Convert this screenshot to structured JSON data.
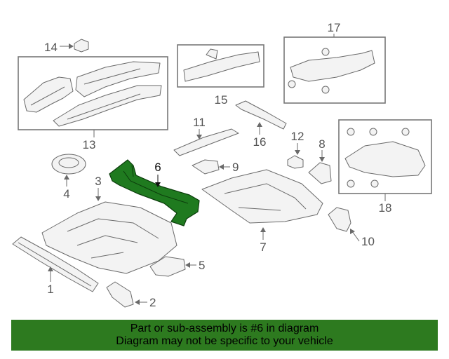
{
  "diagram": {
    "callouts": {
      "c1": "1",
      "c2": "2",
      "c3": "3",
      "c4": "4",
      "c5": "5",
      "c6": "6",
      "c7": "7",
      "c8": "8",
      "c9": "9",
      "c10": "10",
      "c11": "11",
      "c12": "12",
      "c13": "13",
      "c14": "14",
      "c15": "15",
      "c16": "16",
      "c17": "17",
      "c18": "18"
    },
    "highlighted_part": "6",
    "highlight_color": "#1f7a1f"
  },
  "banner": {
    "line1": "Part or sub-assembly is #6 in diagram",
    "line2": "Diagram may not be specific to your vehicle",
    "background": "#2d7a1f"
  }
}
